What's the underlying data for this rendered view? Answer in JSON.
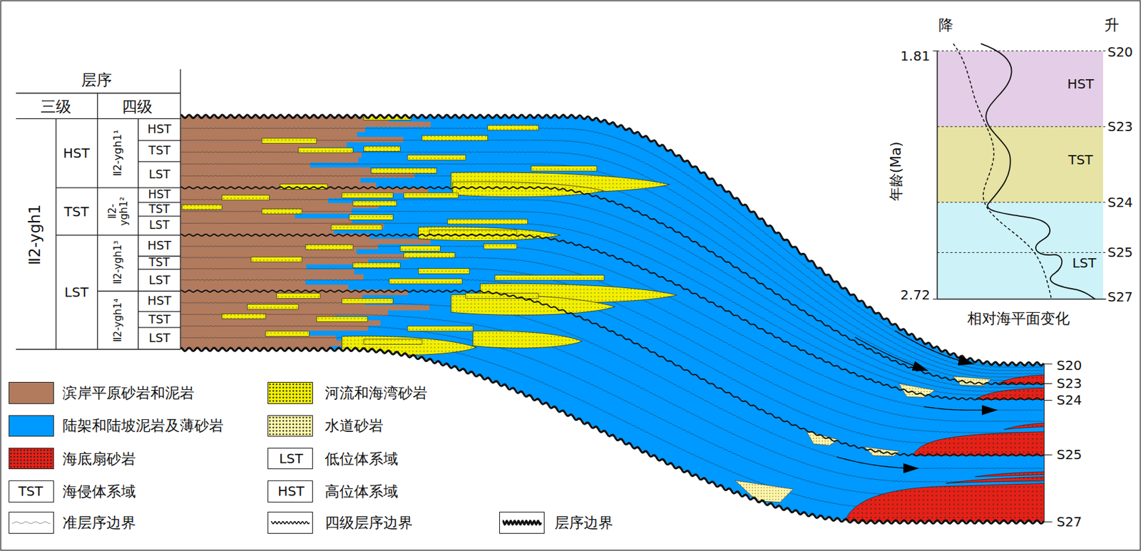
{
  "diagram": {
    "nodes": [
      {
        "text": [
          "HST"
        ]
      },
      {
        "text": [
          "TST"
        ]
      },
      {
        "text": [
          "LST"
        ]
      }
    ],
    "labels": [
      "层序",
      "三级",
      "四级",
      "Ⅱ2-ygh1",
      "HST",
      "TST",
      "LST",
      "Ⅱ2-ygh1¹",
      "Ⅱ2-ygh1²",
      "Ⅱ2-ygh1³",
      "Ⅱ2-ygh1⁴",
      "HST",
      "TST",
      "LST",
      "HST",
      "TST",
      "LST",
      "HST",
      "TST",
      "LST",
      "HST",
      "TST",
      "LST",
      "S20",
      "S23",
      "S24",
      "S25",
      "S27",
      "降",
      "升",
      "1.81",
      "2.72",
      "年龄(Ma)",
      "S20",
      "S23",
      "S24",
      "S25",
      "S27",
      "相对海平面变化",
      "LST",
      "TST",
      "HST"
    ],
    "legend": [
      {
        "text": "滨岸平原砂岩和泥岩",
        "color": "#b27b5e"
      },
      {
        "text": "河流和海湾砂岩",
        "color": "#f2ef00"
      },
      {
        "text": "陆架和陆坡泥岩及薄砂岩",
        "color": "#0099ff"
      },
      {
        "text": "水道砂岩",
        "color": "#fff6a6"
      },
      {
        "text": "海底扇砂岩",
        "color": "#e62117"
      },
      {
        "text": "低位体系域"
      },
      {
        "text": "海侵体系域"
      },
      {
        "text": "高位体系域"
      },
      {
        "text": "准层序边界"
      },
      {
        "text": "四级层序边界"
      },
      {
        "text": "层序边界"
      }
    ]
  }
}
